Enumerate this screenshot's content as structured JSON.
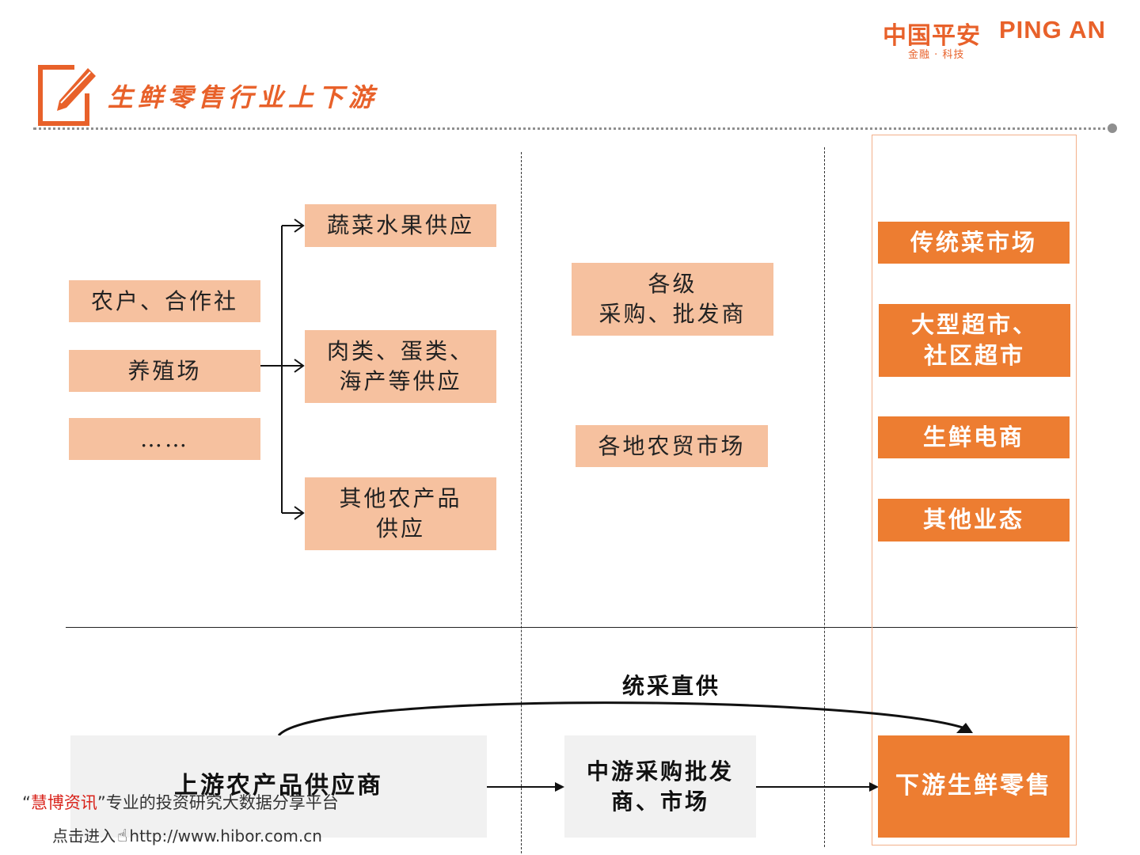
{
  "header": {
    "logo_cn": "中国平安",
    "logo_en": "PING AN",
    "logo_sub": "金融 · 科技",
    "title": "生鲜零售行业上下游"
  },
  "sources": [
    "农户、合作社",
    "养殖场",
    "……"
  ],
  "supply": [
    "蔬菜水果供应",
    "肉类、蛋类、\n海产等供应",
    "其他农产品\n供应"
  ],
  "middle": [
    "各级\n采购、批发商",
    "各地农贸市场"
  ],
  "retail": [
    "传统菜市场",
    "大型超市、\n社区超市",
    "生鲜电商",
    "其他业态"
  ],
  "bottom": {
    "upstream": "上游农产品供应商",
    "midstream": "中游采购批发\n商、市场",
    "downstream": "下游生鲜零售",
    "direct_label": "统采直供"
  },
  "watermark": {
    "quote_open": "“",
    "brand": "慧博资讯",
    "quote_close": "”",
    "tagline": "专业的投资研究大数据分享平台",
    "enter": "点击进入",
    "url": "http://www.hibor.com.cn"
  },
  "colors": {
    "accent": "#e8612a",
    "peach": "#f6c19f",
    "orange": "#ed7d31",
    "grey": "#f1f1f1"
  }
}
